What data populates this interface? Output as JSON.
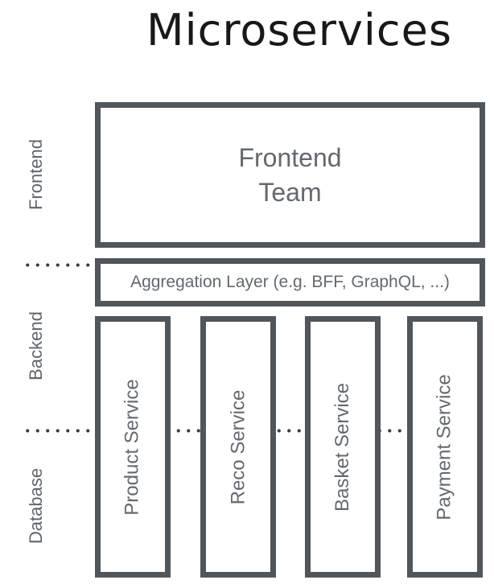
{
  "title": "Microservices",
  "lanes": [
    {
      "label": "Frontend"
    },
    {
      "label": "Backend"
    },
    {
      "label": "Database"
    }
  ],
  "frontend_box": {
    "label": "Frontend\nTeam"
  },
  "aggregation_box": {
    "label": "Aggregation Layer (e.g. BFF, GraphQL, ...)"
  },
  "services": [
    {
      "label": "Product Service"
    },
    {
      "label": "Reco Service"
    },
    {
      "label": "Basket Service"
    },
    {
      "label": "Payment Service"
    }
  ],
  "colors": {
    "box_border": "#50565c",
    "box_text": "#63696f",
    "lane_text": "#5f656c",
    "dots": "#383d43",
    "title_text": "#17181a",
    "background": "#ffffff"
  }
}
